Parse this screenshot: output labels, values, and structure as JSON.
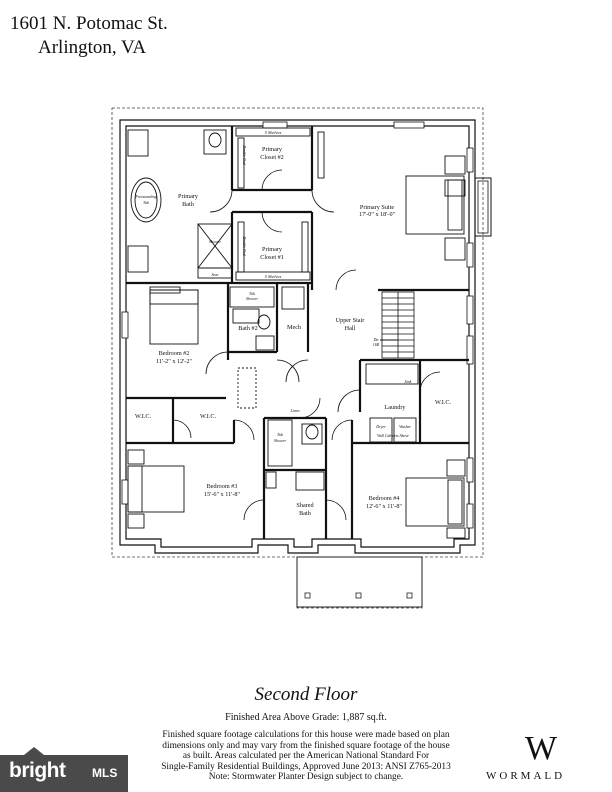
{
  "address": {
    "line1": "1601 N. Potomac St.",
    "line2": "Arlington, VA"
  },
  "rooms": {
    "primary_bath": [
      "Primary",
      "Bath"
    ],
    "freestanding_tub": [
      "Freestanding",
      "Tub"
    ],
    "shower": "Shower",
    "seat": "Seat",
    "primary_closet_2": [
      "Primary",
      "Closet #2"
    ],
    "primary_closet_1": [
      "Primary",
      "Closet #1"
    ],
    "shelves_top": "5 Shelves",
    "shelves_bottom": "5 Shelves",
    "double_rod_1": "Double Rod",
    "double_rod_2": "Double Rod",
    "primary_suite": [
      "Primary Suite",
      "17'-0\" x 18'-0\""
    ],
    "tub_shower_1": [
      "Tub",
      "Shower"
    ],
    "bath_2": "Bath #2",
    "mech": "Mech",
    "upper_stair_hall": [
      "Upper Stair",
      "Hall"
    ],
    "dn": [
      "Dn",
      "16R"
    ],
    "bedroom_2": [
      "Bedroom #2",
      "11'-2\" x 12'-2\""
    ],
    "wic_1": "W.I.C.",
    "wic_2": "W.I.C.",
    "wic_3": "W.I.C.",
    "sink": "Sink",
    "laundry": "Laundry",
    "dryer": "Dryer",
    "washer": "Washer",
    "cabinets": "Wall Cabinets Above",
    "linen": "Linen",
    "tub_shower_2": [
      "Tub",
      "Shower"
    ],
    "bedroom_3": [
      "Bedroom #3",
      "15'-6\" x 11'-8\""
    ],
    "shared_bath": [
      "Shared",
      "Bath"
    ],
    "bedroom_4": [
      "Bedroom #4",
      "12'-6\" x 11'-8\""
    ]
  },
  "floor_title": "Second Floor",
  "finished_area": "Finished Area Above Grade:  1,887 sq.ft.",
  "disclaimer": [
    "Finished square footage calculations for this house were made based on plan",
    "dimensions only and may vary from the finished square footage of the house",
    "as built. Areas calculated per the American National Standard For",
    "Single-Family Residential Buildings, Approved June 2013: ANSI Z765-2013",
    "Note: Stormwater Planter Design subject to change."
  ],
  "badge": {
    "brand": "bright",
    "suffix": "MLS"
  },
  "logo": {
    "mark": "W",
    "name": "WORMALD"
  }
}
